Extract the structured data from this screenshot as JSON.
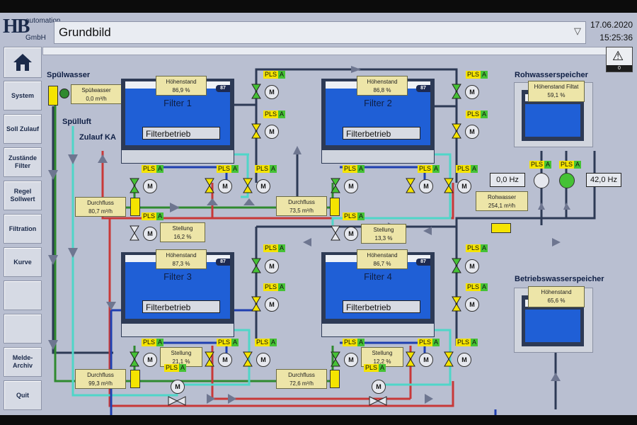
{
  "header": {
    "logo": "HB automation GmbH",
    "title": "Grundbild",
    "date": "17.06.2020",
    "time": "15:25:36",
    "alarm_count": "0"
  },
  "sidebar": {
    "items": [
      "System",
      "Soll Zulauf",
      "Zustände Filter",
      "Regel Sollwert",
      "Filtration",
      "Kurve",
      "",
      "",
      "Melde-Archiv",
      "Quit"
    ]
  },
  "labels": {
    "spuelwasser": "Spülwasser",
    "spuelluft": "Spülluft",
    "zulauf": "Zulauf KA",
    "rohwasserspeicher": "Rohwasserspeicher",
    "betriebswasserspeicher": "Betriebswasserspeicher"
  },
  "filters": [
    {
      "name": "Filter 1",
      "level_label": "Höhenstand",
      "level": "86,9  %",
      "status": "Filterbetrieb",
      "badge": "87"
    },
    {
      "name": "Filter 2",
      "level_label": "Höhenstand",
      "level": "86,8  %",
      "status": "Filterbetrieb",
      "badge": "87"
    },
    {
      "name": "Filter 3",
      "level_label": "Höhenstand",
      "level": "87,3  %",
      "status": "Filterbetrieb",
      "badge": "87"
    },
    {
      "name": "Filter 4",
      "level_label": "Höhenstand",
      "level": "86,7  %",
      "status": "Filterbetrieb",
      "badge": "87"
    }
  ],
  "values": {
    "spuelwasser": {
      "label": "Spülwasser",
      "value": "0,0  m³/h"
    },
    "durchfluss1": {
      "label": "Durchfluss",
      "value": "80,7  m³/h"
    },
    "durchfluss2": {
      "label": "Durchfluss",
      "value": "73,5  m³/h"
    },
    "durchfluss3": {
      "label": "Durchfluss",
      "value": "99,3  m³/h"
    },
    "durchfluss4": {
      "label": "Durchfluss",
      "value": "72,6  m³/h"
    },
    "stellung1": {
      "label": "Stellung",
      "value": "16,2  %"
    },
    "stellung2": {
      "label": "Stellung",
      "value": "13,3  %"
    },
    "stellung3": {
      "label": "Stellung",
      "value": "21,1  %"
    },
    "stellung4": {
      "label": "Stellung",
      "value": "12,2  %"
    },
    "rohwasser": {
      "label": "Rohwasser",
      "value": "254,1  m³/h"
    },
    "filtrat": {
      "label": "Höhenstand Filtat",
      "value": "59,1  %"
    },
    "betriebswasser": {
      "label": "Höhenstand",
      "value": "65,6  %"
    }
  },
  "pumps": {
    "hz1": "0,0 Hz",
    "hz2": "42,0 Hz"
  },
  "pls": {
    "p": "PLS",
    "a": "A"
  },
  "motor_glyph": "M",
  "colors": {
    "background": "#b9bfd1",
    "water": "#1f5fd6",
    "pipe_dark": "#2d3a55",
    "pipe_red": "#c83838",
    "pipe_green": "#2f8a2f",
    "pipe_cyan": "#4fd6c8",
    "pipe_blue": "#1f3fb0",
    "pls_yellow": "#f5e400",
    "pls_green": "#45c235"
  },
  "icons": [
    "home-icon",
    "alarm-warning-icon",
    "dropdown-arrow-icon",
    "valve-icon",
    "motor-icon",
    "pump-icon",
    "flow-meter-icon"
  ]
}
